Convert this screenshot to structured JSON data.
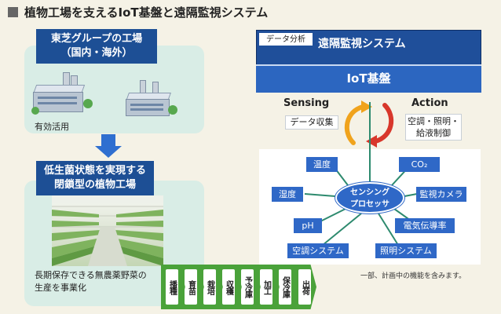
{
  "title": "植物工場を支えるIoT基盤と遠隔監視システム",
  "left": {
    "factory_header_line1": "東芝グループの工場",
    "factory_header_line2": "（国内・海外）",
    "effective_use": "有効活用",
    "plant_header_line1": "低生菌状態を実現する",
    "plant_header_line2": "閉鎖型の植物工場",
    "plant_caption_line1": "長期保存できる無農薬野菜の",
    "plant_caption_line2": "生産を事業化"
  },
  "process_steps": [
    "播種",
    "育苗",
    "栽培",
    "収穫",
    "予冷庫",
    "加工",
    "保冷庫",
    "出荷"
  ],
  "system": {
    "data_analysis": "データ分析",
    "remote_title": "遠隔監視システム",
    "iot_platform": "IoT基盤",
    "sensing": "Sensing",
    "action": "Action",
    "data_collection": "データ収集",
    "action_line1": "空調・照明・",
    "action_line2": "給液制御"
  },
  "sensing_processor": {
    "center_line1": "センシング",
    "center_line2": "プロセッサ",
    "temperature": "温度",
    "co2": "CO₂",
    "humidity": "湿度",
    "camera": "監視カメラ",
    "ph": "pH",
    "conductivity": "電気伝導率",
    "air_system": "空調システム",
    "lighting_system": "照明システム"
  },
  "note": "一部、計画中の機能を含みます。",
  "colors": {
    "navy": "#1d4f95",
    "blue": "#2f68c7",
    "mint": "#d9ede6",
    "green": "#4aa23a",
    "lines": "#2d8a6e",
    "orange_arrow": "#f0a31c",
    "red_arrow": "#d8372b"
  }
}
